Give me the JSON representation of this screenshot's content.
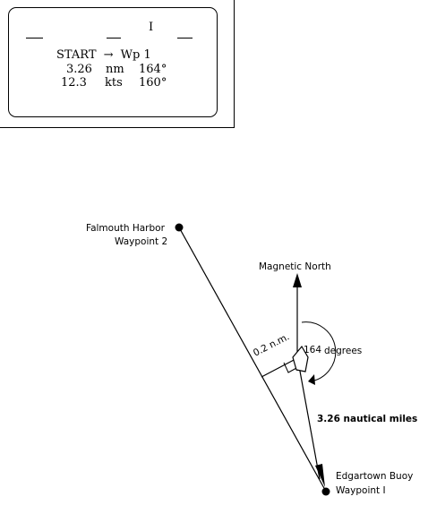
{
  "gps_display": {
    "status_mark": "I",
    "route": {
      "from": "START",
      "arrow": "→",
      "to": "Wp 1"
    },
    "distance": {
      "value": "3.26",
      "unit": "nm",
      "bearing": "164°"
    },
    "speed": {
      "value": "12.3",
      "unit": "kts",
      "course": "160°"
    }
  },
  "diagram": {
    "waypoint_2": {
      "name": "Falmouth Harbor",
      "label": "Waypoint 2"
    },
    "waypoint_1": {
      "name": "Edgartown Buoy",
      "label": "Waypoint I"
    },
    "north_label": "Magnetic North",
    "offset_label": "0.2 n.m.",
    "angle_value": "164",
    "angle_unit": "degrees",
    "distance_label": "3.26 nautical miles"
  }
}
